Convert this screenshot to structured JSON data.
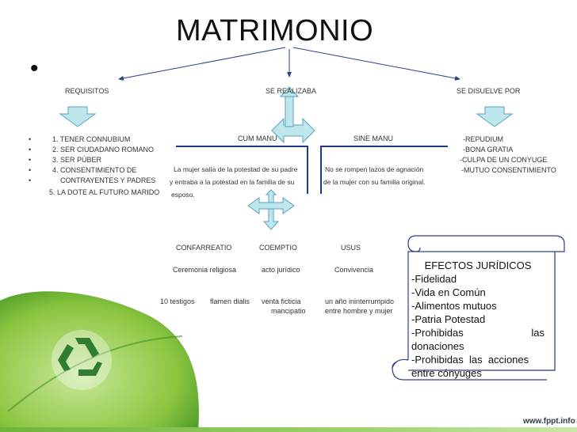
{
  "slide": {
    "title": "MATRIMONIO",
    "bullet": "•",
    "headers": {
      "requisitos": "REQUISITOS",
      "se_realizaba": "SE REALIZABA",
      "se_disuelve": "SE DISUELVE POR"
    },
    "requisitos": {
      "bullet": "•",
      "items": [
        "1. TENER CONNUBIUM",
        "2. SER CIUDADANO ROMANO",
        "3. SER PÚBER",
        "4. CONSENTIMIENTO DE",
        "CONTRAYENTES Y PADRES"
      ],
      "extra": "5. LA DOTE AL FUTURO MARIDO"
    },
    "cum_manu": {
      "label": "CUM MANU",
      "lines": [
        "La mujer salía de la potestad de su padre",
        "y entraba a la potestad en la familia de su",
        "esposo."
      ]
    },
    "sine_manu": {
      "label": "SINE MANU",
      "lines": [
        "No se rompen lazos de agnación",
        "de la mujer con su familia original."
      ]
    },
    "disuelve": {
      "items": [
        "-REPUDIUM",
        "-BONA GRATIA",
        "-CULPA DE UN CONYUGE",
        "-MUTUO CONSENTIMIENTO"
      ]
    },
    "formas": {
      "confarreatio": {
        "label": "CONFARREATIO",
        "desc": "Ceremonia religiosa",
        "detail_a": "10 testigos",
        "detail_b": "flamen dialis"
      },
      "coemptio": {
        "label": "COEMPTIO",
        "desc": "acto jurídico",
        "detail_line1": "venta ficticia",
        "detail_line2": "mancipatio"
      },
      "usus": {
        "label": "USUS",
        "desc": "Convivencia",
        "detail_line1": "un año ininterrumpido",
        "detail_line2": "entre hombre y mujer"
      }
    },
    "efectos": {
      "title": "EFECTOS JURÍDICOS",
      "items": {
        "fidelidad": "-Fidelidad",
        "vida": "-Vida en Común",
        "alimentos": "-Alimentos mutuos",
        "patria": "-Patria Potestad",
        "prohibidas_a": "-Prohibidas",
        "las": "las",
        "donaciones": "donaciones",
        "prohibidas_b": "-Prohibidas  las  acciones",
        "entre": "entre cónyuges"
      }
    },
    "footer": "www.fppt.info"
  },
  "colors": {
    "arrow_fill": "#bfe6ec",
    "arrow_stroke": "#5aa3bd",
    "line_blue": "#1f3a8a",
    "leaf_green": "#8cc63f",
    "leaf_dark": "#3f8f2a",
    "scroll_stroke": "#2b3f86"
  }
}
